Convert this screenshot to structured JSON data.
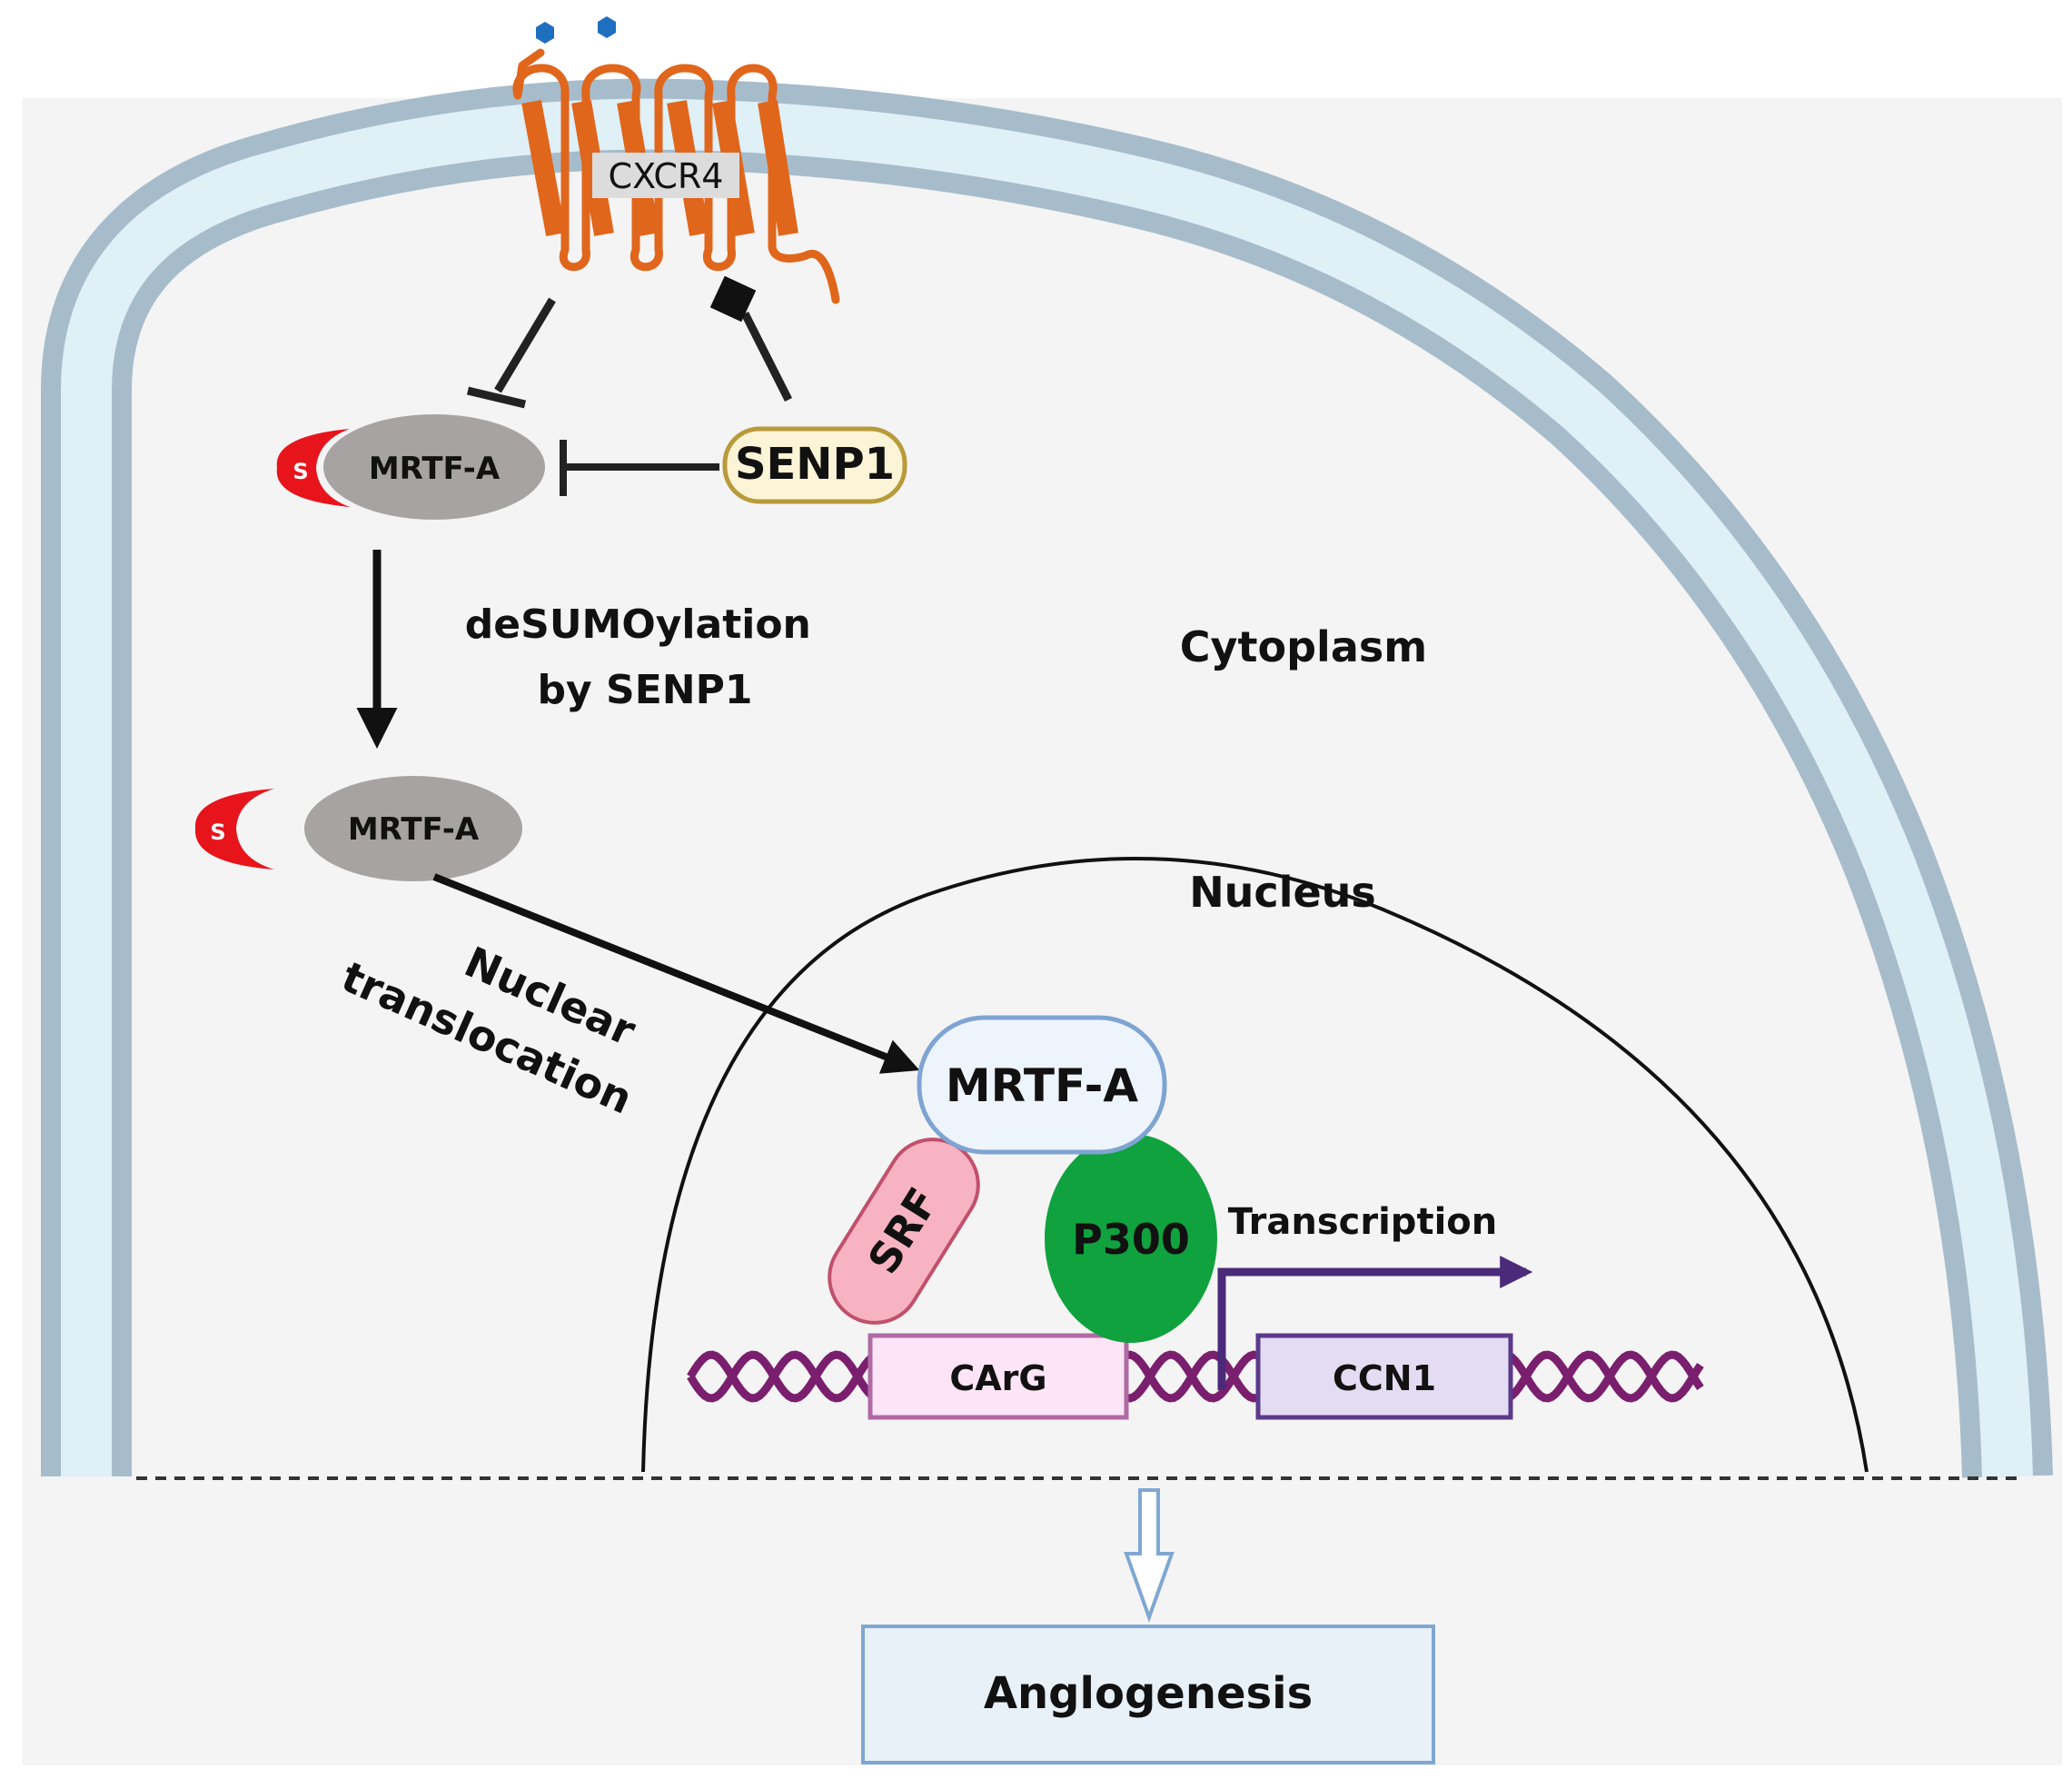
{
  "receptor": {
    "label": "CXCR4"
  },
  "senp1": {
    "label": "SENP1"
  },
  "sumo": {
    "label": "S"
  },
  "mrtf_top": {
    "label": "MRTF-A"
  },
  "mrtf_free": {
    "label": "MRTF-A"
  },
  "mrtf_nuclear": {
    "label": "MRTF-A"
  },
  "desumo": {
    "line1": "deSUMOylation",
    "line2": "by SENP1"
  },
  "cytoplasm": {
    "label": "Cytoplasm"
  },
  "nucleus": {
    "label": "Nucleus"
  },
  "translocation": {
    "line1": "Nuclear",
    "line2": "translocation"
  },
  "srf": {
    "label": "SRF"
  },
  "p300": {
    "label": "P300"
  },
  "transcription": {
    "label": "Transcription"
  },
  "carg": {
    "label": "CArG"
  },
  "ccn1": {
    "label": "CCN1"
  },
  "outcome": {
    "label": "Anglogenesis"
  },
  "colors": {
    "membrane_outer": "#a7bccb",
    "membrane_inner": "#dff0f7",
    "cytoplasm_bg": "#f4f4f4",
    "receptor": "#e0661c",
    "ligand": "#1f6fbf",
    "senp1_fill": "#fbf4d6",
    "senp1_stroke": "#b89a3a",
    "mrtf_fill": "#a8a3a3",
    "sumo": "#e8141c",
    "srf_fill": "#f7b3c1",
    "srf_stroke": "#c0506c",
    "p300_fill": "#10a23e",
    "mrtf_nuc_fill": "#eef4fb",
    "mrtf_nuc_stroke": "#7ea4d2",
    "dna": "#7a1f6e",
    "carg_fill": "#fde4f6",
    "carg_stroke": "#b06aa4",
    "ccn1_fill": "#e4dcf2",
    "ccn1_stroke": "#5b3a8a",
    "transcription_arrow": "#4b2a7a",
    "outcome_fill": "#e9f1f8",
    "outcome_stroke": "#7fa7d2"
  }
}
